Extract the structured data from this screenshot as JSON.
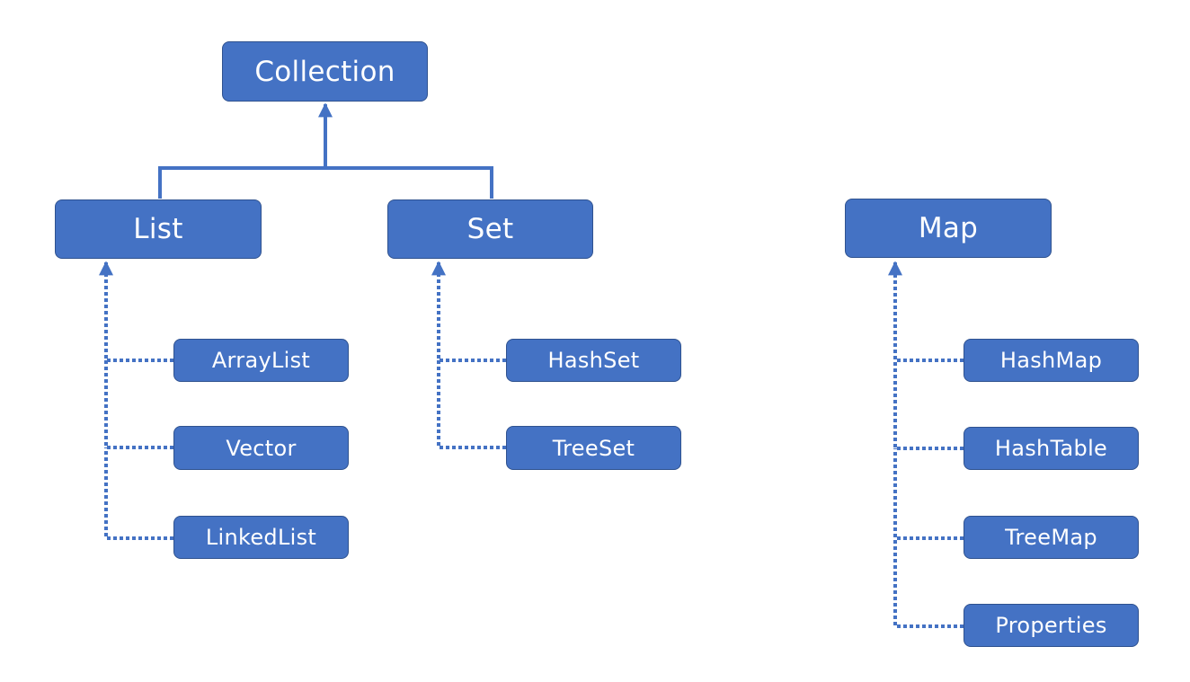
{
  "diagram": {
    "root": {
      "label": "Collection"
    },
    "interfaces": {
      "list": {
        "label": "List"
      },
      "set": {
        "label": "Set"
      },
      "map": {
        "label": "Map"
      }
    },
    "list_impls": [
      {
        "label": "ArrayList"
      },
      {
        "label": "Vector"
      },
      {
        "label": "LinkedList"
      }
    ],
    "set_impls": [
      {
        "label": "HashSet"
      },
      {
        "label": "TreeSet"
      }
    ],
    "map_impls": [
      {
        "label": "HashMap"
      },
      {
        "label": "HashTable"
      },
      {
        "label": "TreeMap"
      },
      {
        "label": "Properties"
      }
    ]
  },
  "colors": {
    "node_fill": "#4472c4",
    "node_border": "#2f528f",
    "connector": "#4472c4",
    "text": "#ffffff"
  }
}
